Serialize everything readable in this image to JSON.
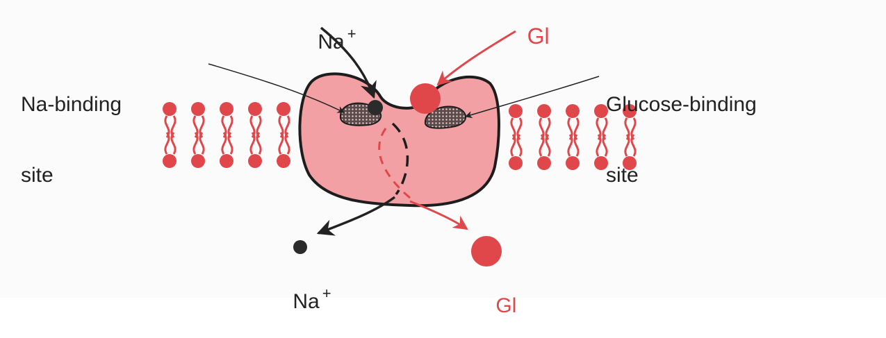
{
  "labels": {
    "na_top": "Na",
    "na_top_charge": "+",
    "gl_top": "Gl",
    "na_binding_line1": "Na-binding",
    "na_binding_line2": "site",
    "glucose_binding_line1": "Glucose-binding",
    "glucose_binding_line2": "site",
    "na_bottom": "Na",
    "na_bottom_charge": "+",
    "gl_bottom": "Gl"
  },
  "colors": {
    "transporter": "#f2a0a3",
    "membrane": "#e0474a",
    "ink": "#222222",
    "glucose": "#e0474a"
  }
}
